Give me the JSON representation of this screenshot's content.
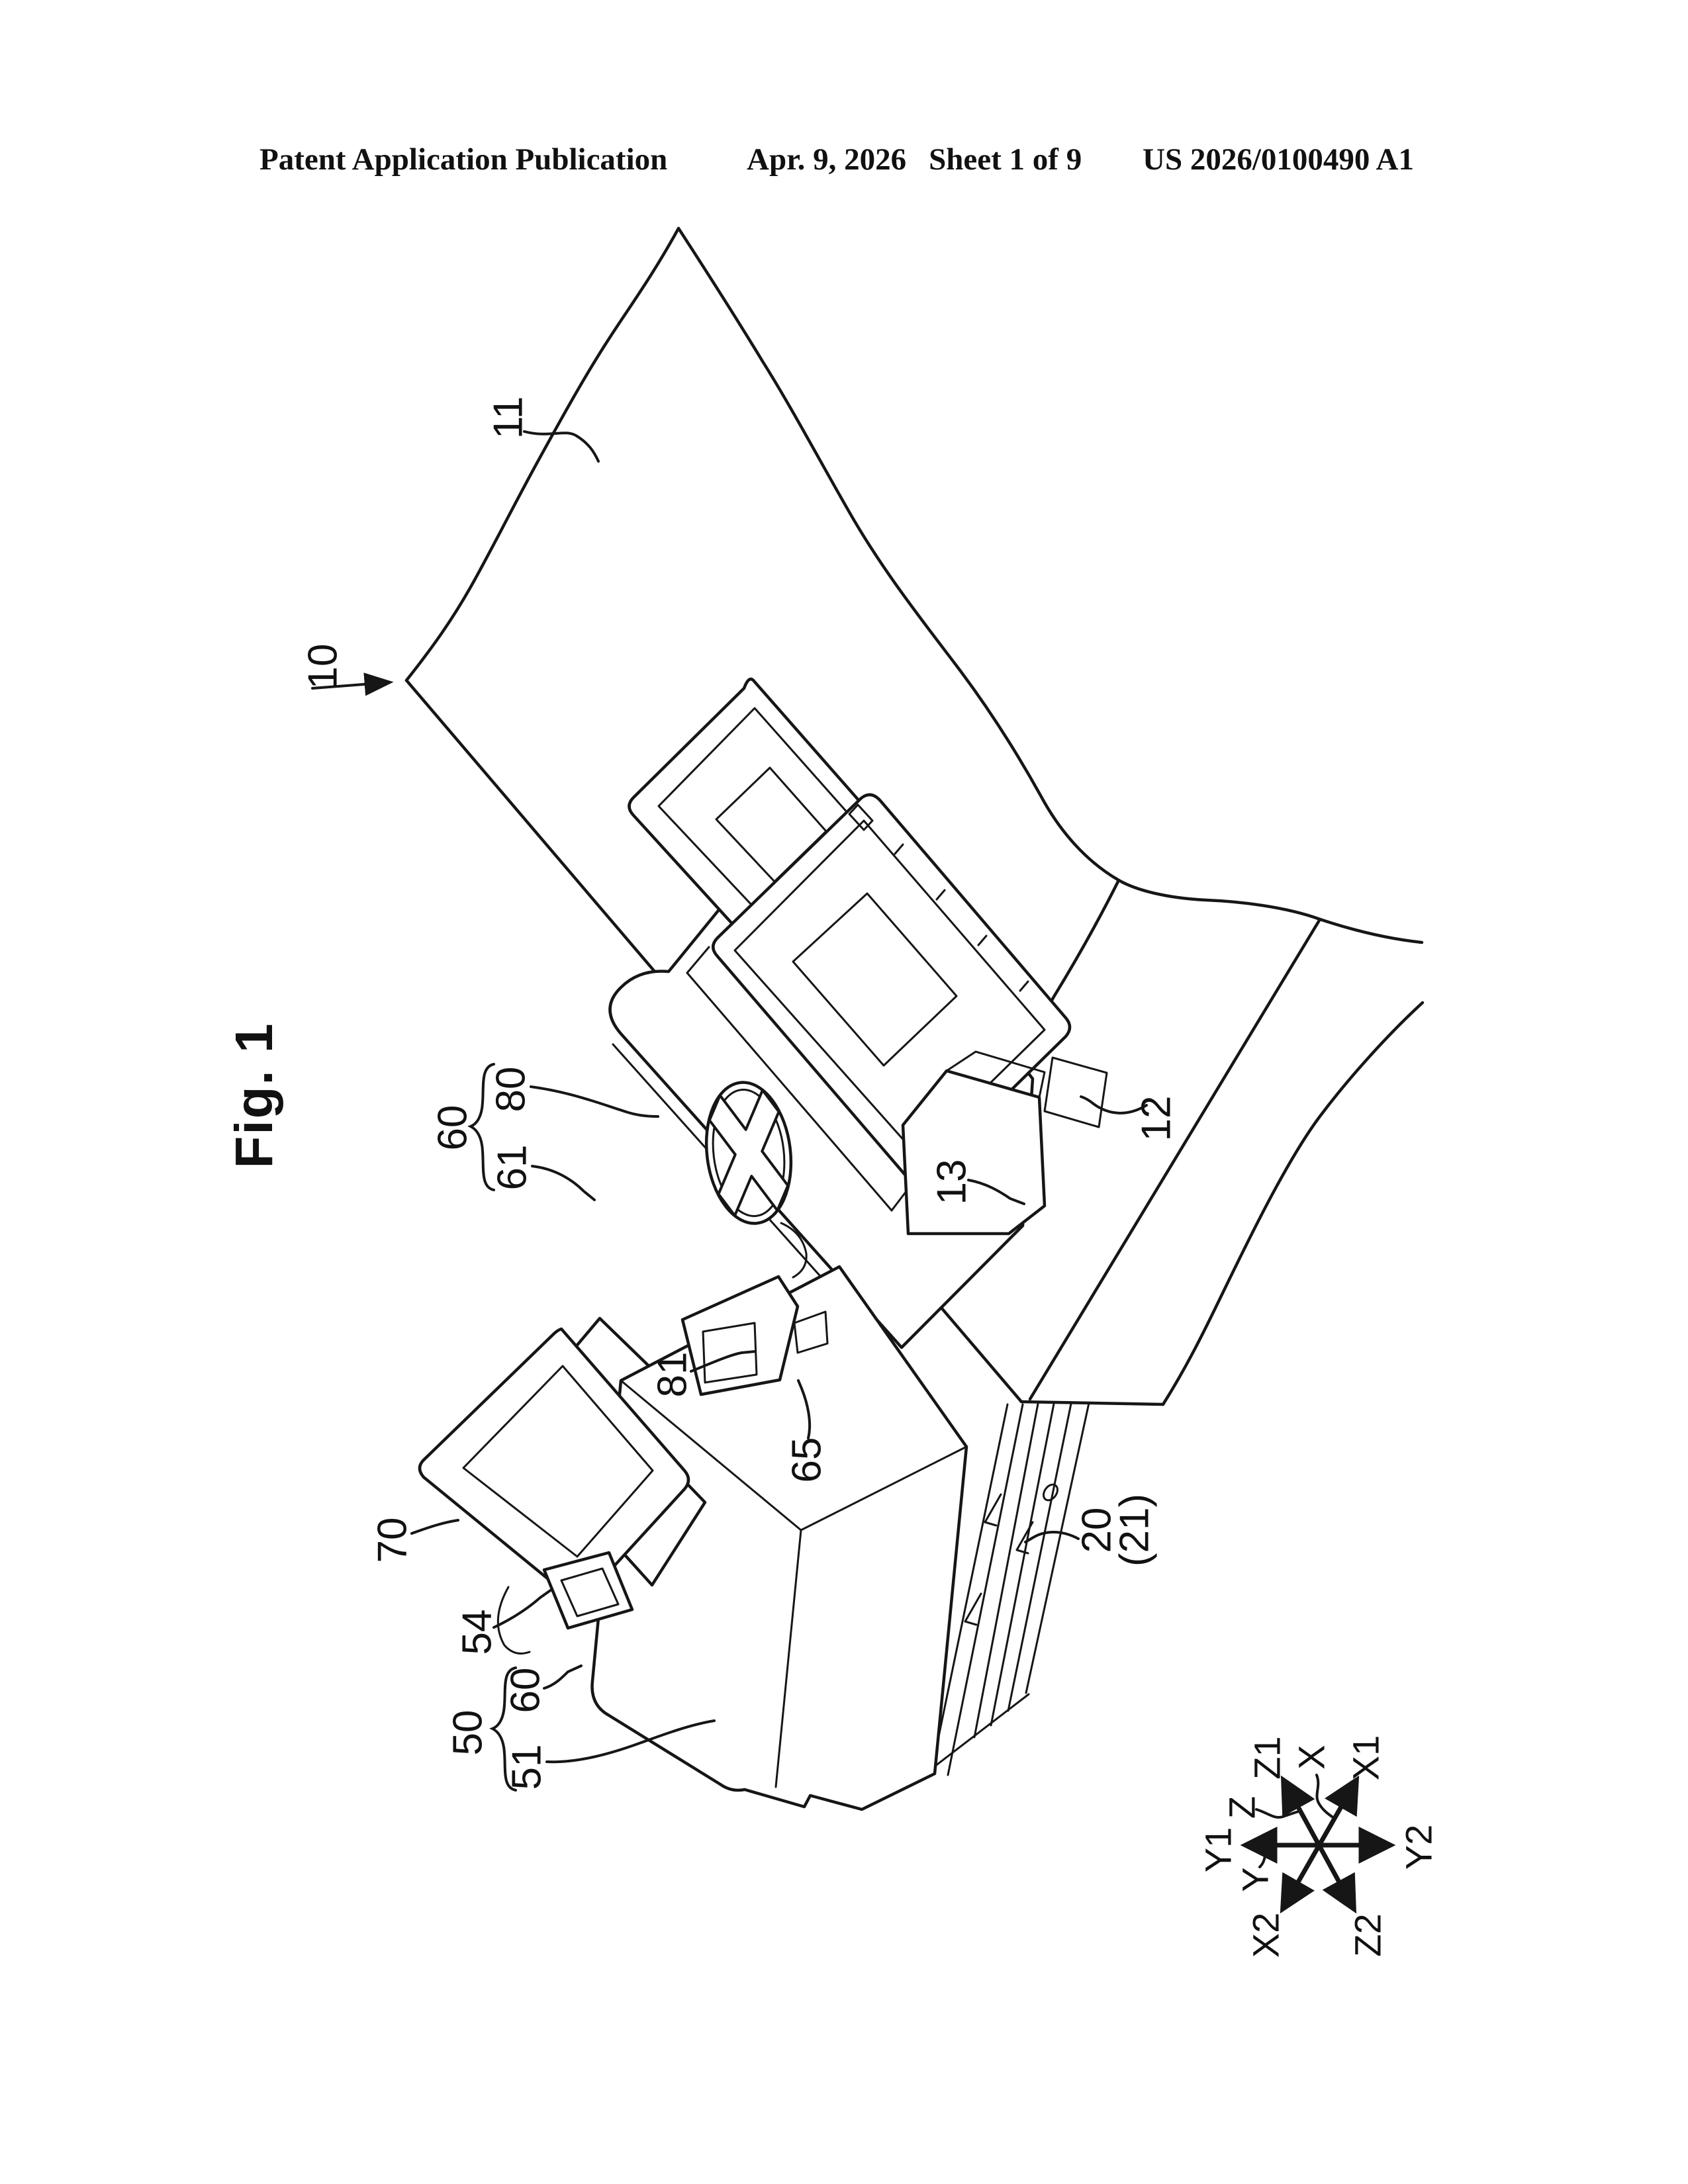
{
  "document": {
    "kind": "US patent application drawing sheet",
    "background": "#ffffff",
    "ink": "#161616"
  },
  "header": {
    "left": "Patent Application Publication",
    "date": "Apr. 9, 2026",
    "sheet": "Sheet 1 of 9",
    "publication_number": "US 2026/0100490 A1"
  },
  "figure": {
    "caption": "Fig. 1",
    "caption_rotation_deg": -90,
    "reference_labels": {
      "r10": "10",
      "r11": "11",
      "r12": "12",
      "r13": "13",
      "r20": "20",
      "r21": "(21)",
      "r50": "50",
      "r51": "51",
      "r54": "54",
      "r60_top": "60",
      "r60_bottom": "60",
      "r61": "61",
      "r65": "65",
      "r70": "70",
      "r80": "80",
      "r81": "81"
    },
    "axis_indicator": {
      "x_axis": "X",
      "y_axis": "Y",
      "z_axis": "Z",
      "x_positive": "X1",
      "x_negative": "X2",
      "y_positive": "Y1",
      "y_negative": "Y2",
      "z_positive": "Z1",
      "z_negative": "Z2"
    }
  }
}
